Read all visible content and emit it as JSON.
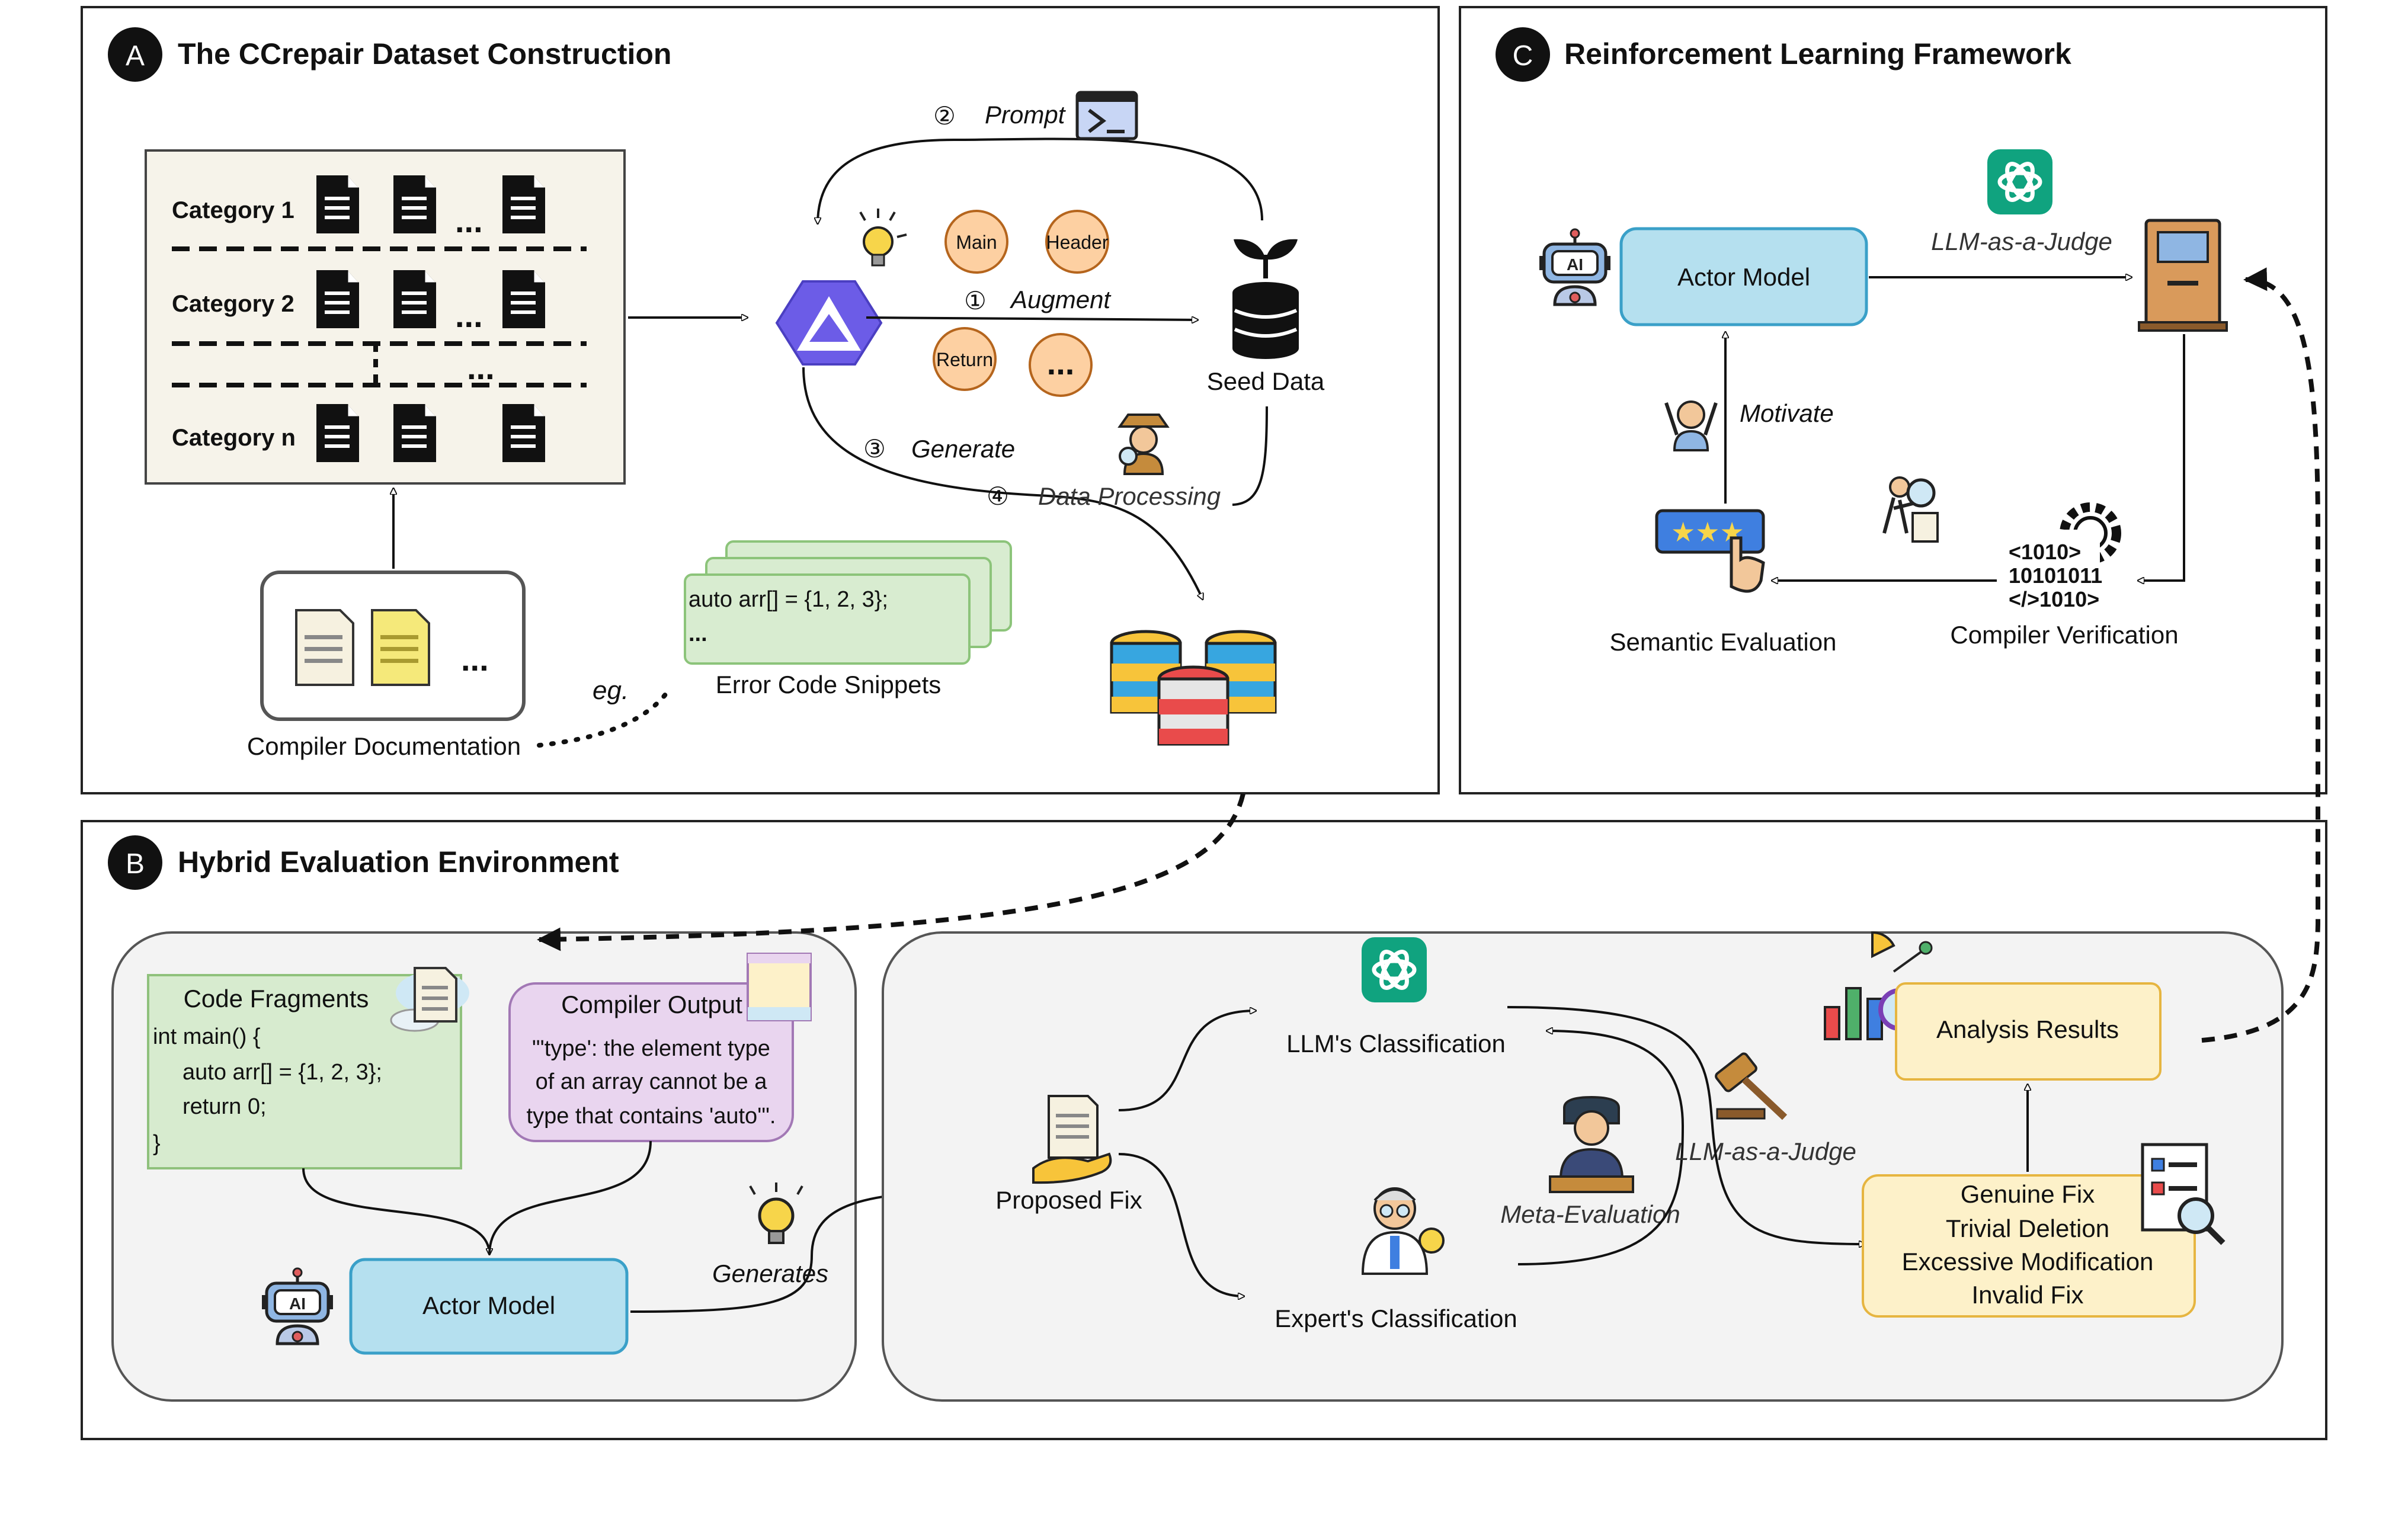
{
  "panels": {
    "a": {
      "badge": "A",
      "title": "The CCrepair Dataset Construction",
      "categories": [
        "Category 1",
        "Category 2",
        "Category n"
      ],
      "ellipsis": "...",
      "steps": {
        "prompt_num": "②",
        "prompt": "Prompt",
        "augment_num": "①",
        "augment": "Augment",
        "generate_num": "③",
        "generate": "Generate",
        "processing_num": "④",
        "processing": "Data Processing"
      },
      "tokens": [
        "Main",
        "Header",
        "Return",
        "..."
      ],
      "seed_data": "Seed Data",
      "compiler_documentation": "Compiler Documentation",
      "eg": "eg.",
      "snippet_line1": "auto arr[] = {1, 2, 3};",
      "snippet_line2": "...",
      "error_snippets": "Error Code Snippets"
    },
    "b": {
      "badge": "B",
      "title": "Hybrid Evaluation Environment",
      "code_fragments": {
        "title": "Code Fragments",
        "lines": [
          "int main() {",
          "auto arr[] = {1, 2, 3};",
          "return 0;",
          "}"
        ]
      },
      "compiler_output": {
        "title": "Compiler Output",
        "lines": [
          "\"'type': the element type",
          "of an array cannot be a",
          "type that contains 'auto'\"."
        ]
      },
      "actor_model": "Actor Model",
      "generates": "Generates",
      "proposed_fix": "Proposed Fix",
      "llm_classification": "LLM's Classification",
      "expert_classification": "Expert's Classification",
      "meta_evaluation": "Meta-Evaluation",
      "llm_judge": "LLM-as-a-Judge",
      "analysis_results": "Analysis Results",
      "categories": [
        "Genuine Fix",
        "Trivial Deletion",
        "Excessive Modification",
        "Invalid Fix"
      ]
    },
    "c": {
      "badge": "C",
      "title": "Reinforcement Learning Framework",
      "actor_model": "Actor Model",
      "llm_judge": "LLM-as-a-Judge",
      "motivate": "Motivate",
      "semantic_evaluation": "Semantic Evaluation",
      "compiler_verification": "Compiler Verification",
      "binary_rows": [
        "<1010>",
        "10101011",
        "</>1010>"
      ]
    }
  },
  "icon_names": [
    "document-icon",
    "bulb-icon",
    "qwen-logo-icon",
    "terminal-icon",
    "plant-database-icon",
    "database-stack-icon",
    "detective-icon",
    "robot-icon",
    "openai-logo-icon",
    "door-icon",
    "cheering-person-icon",
    "rating-hand-icon",
    "compiler-gear-icon",
    "person-magnifier-icon",
    "hand-document-icon",
    "judge-icon",
    "scientist-icon",
    "gavel-icon",
    "analytics-chart-icon",
    "checklist-icon"
  ],
  "colors": {
    "panel_border": "#222222",
    "category_box_fill": "#f6f3ea",
    "token_fill": "#fdd0a2",
    "token_stroke": "#b5651d",
    "snippet_fill": "#d8ecd0",
    "snippet_stroke": "#8cc47a",
    "actor_fill": "#b5e0ef",
    "actor_stroke": "#3aa0c8",
    "code_fill": "#d7ebcf",
    "code_stroke": "#8fc17c",
    "output_fill": "#e9d5ef",
    "output_stroke": "#a278b5",
    "results_fill": "#fdf1c9",
    "results_stroke": "#e6b540",
    "group_fill": "#f3f3f3",
    "qwen_purple": "#6c5ce7",
    "openai_green": "#10a37f"
  }
}
